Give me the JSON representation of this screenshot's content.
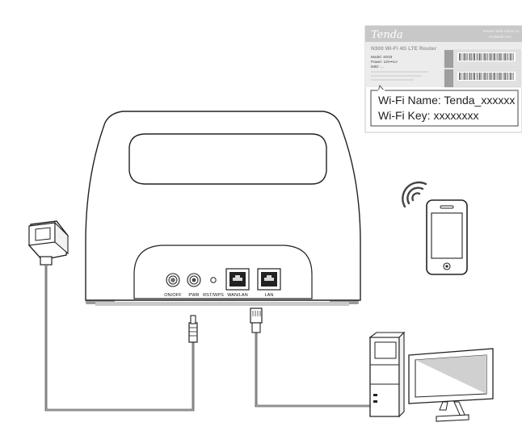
{
  "router": {
    "ports": [
      "ON/OFF",
      "PWR",
      "RST/WPS",
      "WAN/LAN",
      "LAN"
    ]
  },
  "label_card": {
    "brand": "Tenda",
    "model_line": "N300 Wi-Fi 4G LTE Router",
    "header_right": [
      "Router Web Admin UI",
      "tendawifi.com"
    ],
    "fine_print": [
      "Model: 4G03",
      "Power: 12V⎓1A",
      "IMEI: ..."
    ],
    "wifi_name": "Wi-Fi Name: Tenda_xxxxxx",
    "wifi_key": "Wi-Fi Key: xxxxxxxx"
  }
}
